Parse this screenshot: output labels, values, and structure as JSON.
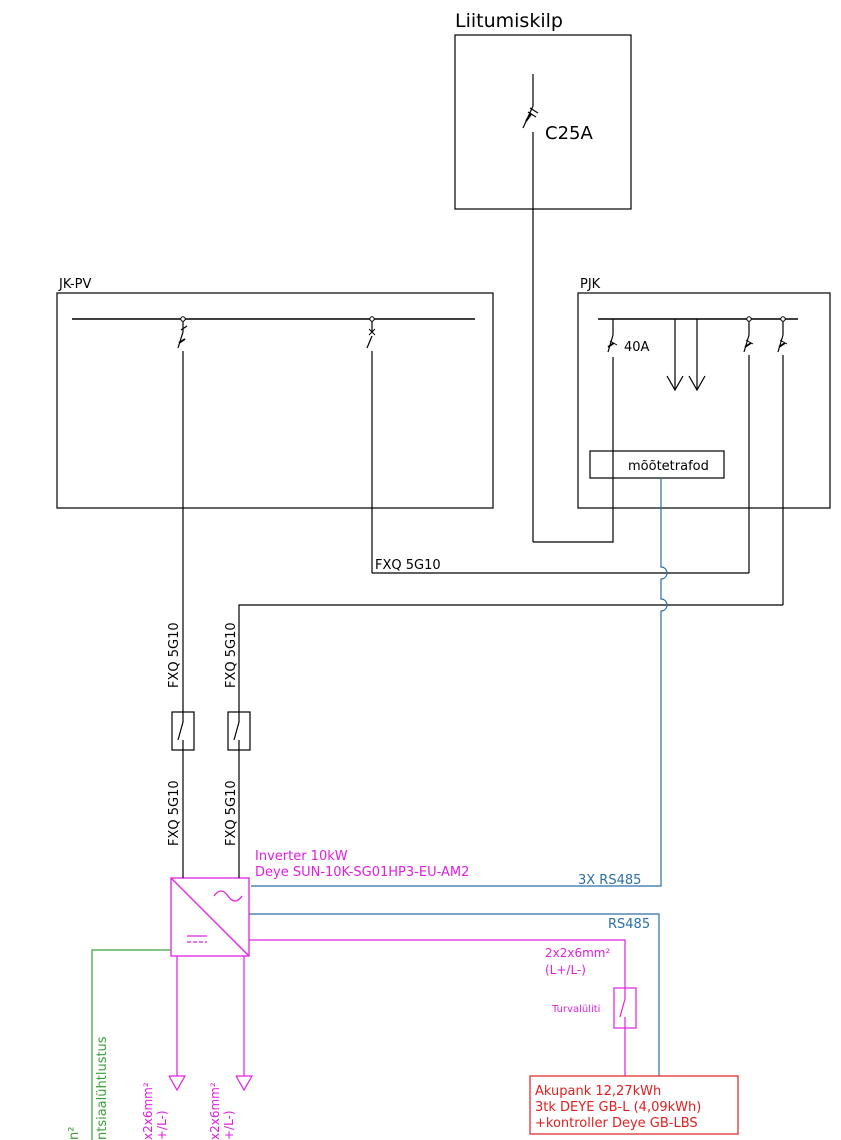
{
  "colors": {
    "line": "#000000",
    "magenta": "#e020e0",
    "blue": "#2a6fa8",
    "green": "#3aa03a",
    "red": "#e02020"
  },
  "boards": {
    "connection": {
      "title": "Liitumiskilp",
      "breaker": "C25A"
    },
    "pv": {
      "title": "JK-PV"
    },
    "main": {
      "title": "PJK",
      "breaker": "40A",
      "ct": "mõõtetrafod"
    }
  },
  "cables": {
    "pv_to_pjk": "FXQ 5G10",
    "left_upper": "FXQ 5G10",
    "left_lower": "FXQ 5G10",
    "right_upper": "FXQ 5G10",
    "right_lower": "FXQ 5G10"
  },
  "inverter": {
    "line1": "Inverter 10kW",
    "line2": "Deye SUN-10K-SG01HP3-EU-AM2",
    "icon": "ac-dc-inverter-icon"
  },
  "comms": {
    "ct_link": "3X RS485",
    "battery_link": "RS485"
  },
  "battery_cable": {
    "line1": "2x2x6mm²",
    "line2": "(L+/L-)"
  },
  "safety_switch": "Turvalüliti",
  "battery": {
    "line1": "Akupank 12,27kWh",
    "line2": "3tk DEYE GB-L (4,09kWh)",
    "line3": "+kontroller Deye GB-LBS"
  },
  "pv_strings": {
    "left": {
      "line1": "x2x6mm²",
      "line2": "+/L-)"
    },
    "right": {
      "line1": "x2x6mm²",
      "line2": "+/L-)"
    }
  },
  "grounding": {
    "label": "ntsiaalühtlustus",
    "label2": "n²"
  }
}
